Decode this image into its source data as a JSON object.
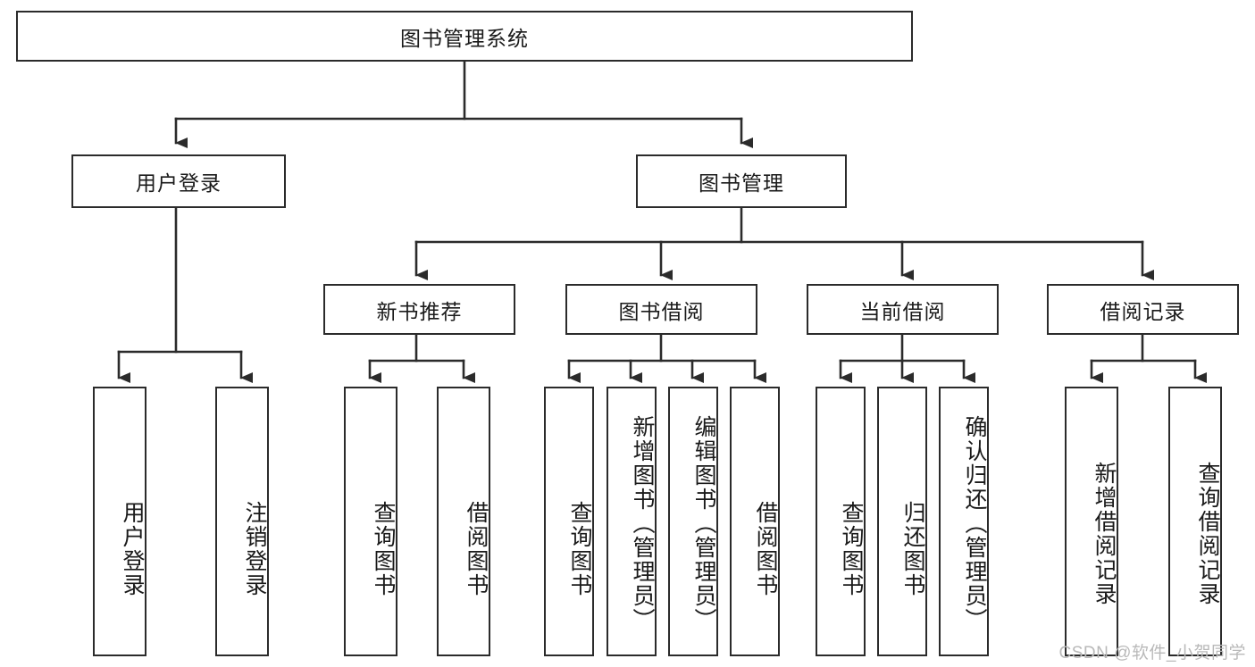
{
  "diagram": {
    "type": "tree-flowchart",
    "title": "图书管理系统",
    "stroke_color": "#2b2b2b",
    "background_color": "#ffffff",
    "text_color": "#1a1a1a",
    "levels": [
      {
        "level": 1,
        "nodes": [
          {
            "id": "root",
            "label": "图书管理系统",
            "orientation": "horizontal"
          }
        ]
      },
      {
        "level": 2,
        "nodes": [
          {
            "id": "login",
            "label": "用户登录",
            "orientation": "horizontal"
          },
          {
            "id": "bookmgmt",
            "label": "图书管理",
            "orientation": "horizontal"
          }
        ]
      },
      {
        "level": 3,
        "nodes": [
          {
            "id": "newbook",
            "label": "新书推荐",
            "orientation": "horizontal"
          },
          {
            "id": "borrow",
            "label": "图书借阅",
            "orientation": "horizontal"
          },
          {
            "id": "current",
            "label": "当前借阅",
            "orientation": "horizontal"
          },
          {
            "id": "record",
            "label": "借阅记录",
            "orientation": "horizontal"
          }
        ]
      },
      {
        "level": 4,
        "nodes": [
          {
            "id": "leaf1",
            "label": "用户登录",
            "orientation": "vertical",
            "parent": "login"
          },
          {
            "id": "leaf2",
            "label": "注销登录",
            "orientation": "vertical",
            "parent": "login"
          },
          {
            "id": "leaf3",
            "label": "查询图书",
            "orientation": "vertical",
            "parent": "newbook"
          },
          {
            "id": "leaf4",
            "label": "借阅图书",
            "orientation": "vertical",
            "parent": "newbook"
          },
          {
            "id": "leaf5",
            "label": "查询图书",
            "orientation": "vertical",
            "parent": "borrow"
          },
          {
            "id": "leaf6",
            "label": "新增图书（管理员）",
            "orientation": "vertical",
            "parent": "borrow"
          },
          {
            "id": "leaf7",
            "label": "编辑图书（管理员）",
            "orientation": "vertical",
            "parent": "borrow"
          },
          {
            "id": "leaf8",
            "label": "借阅图书",
            "orientation": "vertical",
            "parent": "borrow"
          },
          {
            "id": "leaf9",
            "label": "查询图书",
            "orientation": "vertical",
            "parent": "current"
          },
          {
            "id": "leaf10",
            "label": "归还图书",
            "orientation": "vertical",
            "parent": "current"
          },
          {
            "id": "leaf11",
            "label": "确认归还（管理员）",
            "orientation": "vertical",
            "parent": "current"
          },
          {
            "id": "leaf12",
            "label": "新增借阅记录",
            "orientation": "vertical",
            "parent": "record"
          },
          {
            "id": "leaf13",
            "label": "查询借阅记录",
            "orientation": "vertical",
            "parent": "record"
          }
        ]
      }
    ]
  },
  "watermark": {
    "text": "CSDN @软件_小贺同学",
    "color": "#b9b9b9"
  }
}
